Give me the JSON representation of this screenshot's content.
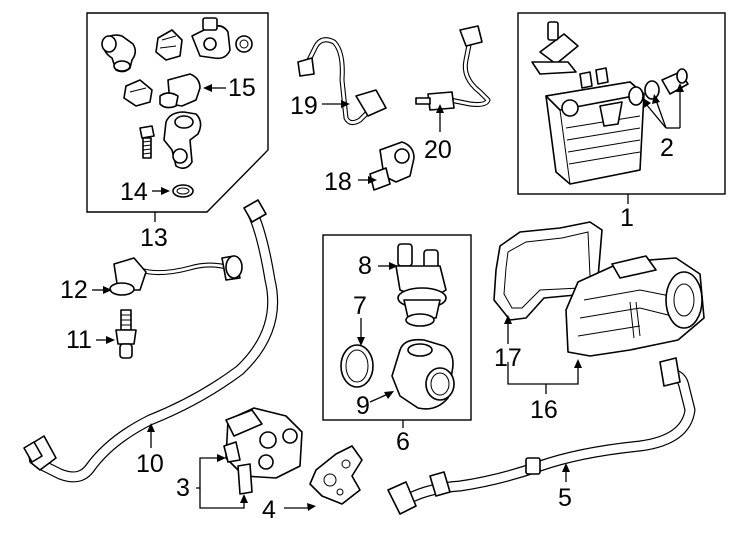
{
  "callouts": {
    "n1": "1",
    "n2": "2",
    "n3": "3",
    "n4": "4",
    "n5": "5",
    "n6": "6",
    "n7": "7",
    "n8": "8",
    "n9": "9",
    "n10": "10",
    "n11": "11",
    "n12": "12",
    "n13": "13",
    "n14": "14",
    "n15": "15",
    "n16": "16",
    "n17": "17",
    "n18": "18",
    "n19": "19",
    "n20": "20"
  }
}
